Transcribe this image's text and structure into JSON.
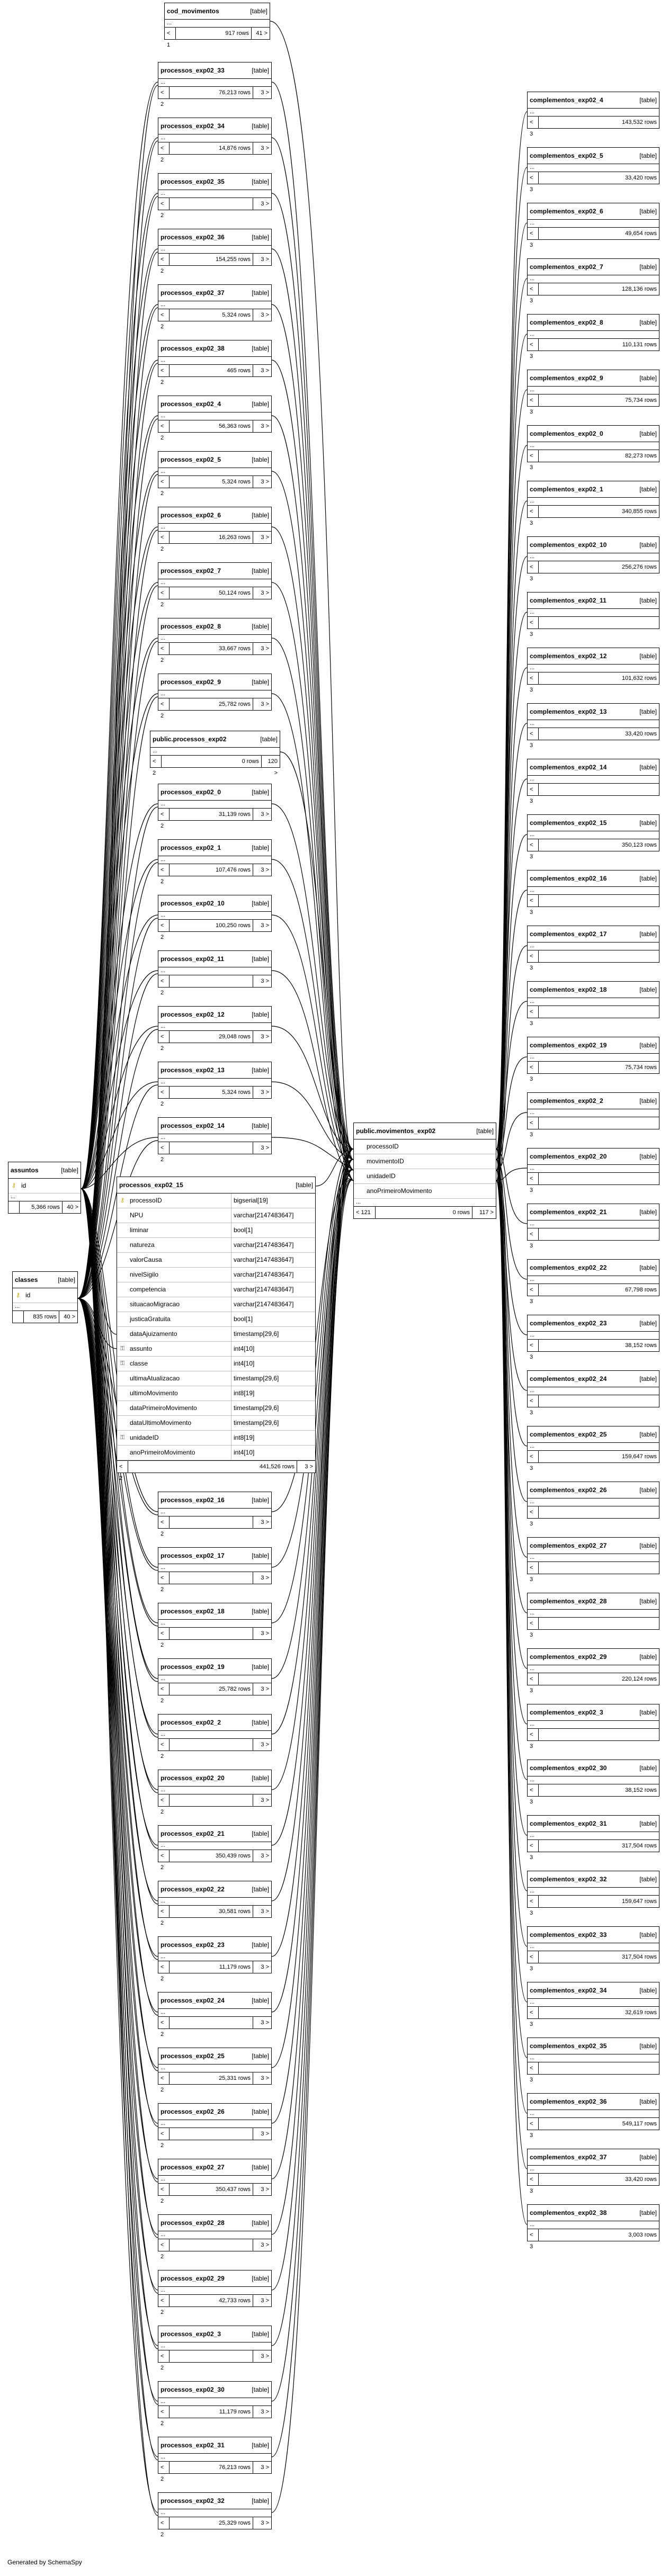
{
  "labels": {
    "kind": "[table]",
    "ellipsis": "...",
    "lt": "< 2",
    "lt1": "< 1",
    "lt3": "< 3",
    "gt3": "3 >",
    "generated": "Generated by SchemaSpy"
  },
  "colors": {
    "line": "#000000",
    "border": "#000000",
    "pk_key": "#c9a400"
  },
  "cod_movimentos": {
    "name": "cod_movimentos",
    "left": "< 1",
    "rows": "917 rows",
    "right": "41 >"
  },
  "assuntos": {
    "name": "assuntos",
    "col": "id",
    "left": "",
    "rows": "5,366 rows",
    "right": "40 >"
  },
  "classes": {
    "name": "classes",
    "col": "id",
    "left": "",
    "rows": "835 rows",
    "right": "40 >"
  },
  "public_processos": {
    "name": "public.processos_exp02",
    "left": "< 2",
    "rows": "0 rows",
    "right": "120 >"
  },
  "movimentos": {
    "name": "public.movimentos_exp02",
    "columns": [
      "processoID",
      "movimentoID",
      "unidadeID",
      "anoPrimeiroMovimento"
    ],
    "left": "< 121",
    "rows": "0 rows",
    "right": "117 >"
  },
  "p15": {
    "name": "processos_exp02_15",
    "columns": [
      [
        "processoID",
        "bigserial[19]"
      ],
      [
        "NPU",
        "varchar[2147483647]"
      ],
      [
        "liminar",
        "bool[1]"
      ],
      [
        "natureza",
        "varchar[2147483647]"
      ],
      [
        "valorCausa",
        "varchar[2147483647]"
      ],
      [
        "nivelSigilo",
        "varchar[2147483647]"
      ],
      [
        "competencia",
        "varchar[2147483647]"
      ],
      [
        "situacaoMigracao",
        "varchar[2147483647]"
      ],
      [
        "justicaGratuita",
        "bool[1]"
      ],
      [
        "dataAjuizamento",
        "timestamp[29,6]"
      ],
      [
        "assunto",
        "int4[10]"
      ],
      [
        "classe",
        "int4[10]"
      ],
      [
        "ultimaAtualizacao",
        "timestamp[29,6]"
      ],
      [
        "ultimoMovimento",
        "int8[19]"
      ],
      [
        "dataPrimeiroMovimento",
        "timestamp[29,6]"
      ],
      [
        "dataUltimoMovimento",
        "timestamp[29,6]"
      ],
      [
        "unidadeID",
        "int8[19]"
      ],
      [
        "anoPrimeiroMovimento",
        "int4[10]"
      ]
    ],
    "left": "< 2",
    "rows": "441,526 rows",
    "right": "3 >"
  },
  "processos": [
    {
      "name": "processos_exp02_33",
      "left": "< 2",
      "rows": "76,213 rows",
      "right": "3 >"
    },
    {
      "name": "processos_exp02_34",
      "left": "< 2",
      "rows": "14,876 rows",
      "right": "3 >"
    },
    {
      "name": "processos_exp02_35",
      "left": "< 2",
      "rows": "",
      "right": "3 >"
    },
    {
      "name": "processos_exp02_36",
      "left": "< 2",
      "rows": "154,255 rows",
      "right": "3 >"
    },
    {
      "name": "processos_exp02_37",
      "left": "< 2",
      "rows": "5,324 rows",
      "right": "3 >"
    },
    {
      "name": "processos_exp02_38",
      "left": "< 2",
      "rows": "465 rows",
      "right": "3 >"
    },
    {
      "name": "processos_exp02_4",
      "left": "< 2",
      "rows": "56,363 rows",
      "right": "3 >"
    },
    {
      "name": "processos_exp02_5",
      "left": "< 2",
      "rows": "5,324 rows",
      "right": "3 >"
    },
    {
      "name": "processos_exp02_6",
      "left": "< 2",
      "rows": "16,263 rows",
      "right": "3 >"
    },
    {
      "name": "processos_exp02_7",
      "left": "< 2",
      "rows": "50,124 rows",
      "right": "3 >"
    },
    {
      "name": "processos_exp02_8",
      "left": "< 2",
      "rows": "33,667 rows",
      "right": "3 >"
    },
    {
      "name": "processos_exp02_9",
      "left": "< 2",
      "rows": "25,782 rows",
      "right": "3 >"
    },
    {
      "name": "processos_exp02_0",
      "left": "< 2",
      "rows": "31,139 rows",
      "right": "3 >"
    },
    {
      "name": "processos_exp02_1",
      "left": "< 2",
      "rows": "107,476 rows",
      "right": "3 >"
    },
    {
      "name": "processos_exp02_10",
      "left": "< 2",
      "rows": "100,250 rows",
      "right": "3 >"
    },
    {
      "name": "processos_exp02_11",
      "left": "< 2",
      "rows": "",
      "right": "3 >"
    },
    {
      "name": "processos_exp02_12",
      "left": "< 2",
      "rows": "29,048 rows",
      "right": "3 >"
    },
    {
      "name": "processos_exp02_13",
      "left": "< 2",
      "rows": "5,324 rows",
      "right": "3 >"
    },
    {
      "name": "processos_exp02_14",
      "left": "< 2",
      "rows": "",
      "right": "3 >"
    },
    {
      "name": "processos_exp02_16",
      "left": "< 2",
      "rows": "",
      "right": "3 >"
    },
    {
      "name": "processos_exp02_17",
      "left": "< 2",
      "rows": "",
      "right": "3 >"
    },
    {
      "name": "processos_exp02_18",
      "left": "< 2",
      "rows": "",
      "right": "3 >"
    },
    {
      "name": "processos_exp02_19",
      "left": "< 2",
      "rows": "25,782 rows",
      "right": "3 >"
    },
    {
      "name": "processos_exp02_2",
      "left": "< 2",
      "rows": "",
      "right": "3 >"
    },
    {
      "name": "processos_exp02_20",
      "left": "< 2",
      "rows": "",
      "right": "3 >"
    },
    {
      "name": "processos_exp02_21",
      "left": "< 2",
      "rows": "350,439 rows",
      "right": "3 >"
    },
    {
      "name": "processos_exp02_22",
      "left": "< 2",
      "rows": "30,581 rows",
      "right": "3 >"
    },
    {
      "name": "processos_exp02_23",
      "left": "< 2",
      "rows": "11,179 rows",
      "right": "3 >"
    },
    {
      "name": "processos_exp02_24",
      "left": "< 2",
      "rows": "",
      "right": "3 >"
    },
    {
      "name": "processos_exp02_25",
      "left": "< 2",
      "rows": "25,331 rows",
      "right": "3 >"
    },
    {
      "name": "processos_exp02_26",
      "left": "< 2",
      "rows": "",
      "right": "3 >"
    },
    {
      "name": "processos_exp02_27",
      "left": "< 2",
      "rows": "350,437 rows",
      "right": "3 >"
    },
    {
      "name": "processos_exp02_28",
      "left": "< 2",
      "rows": "",
      "right": "3 >"
    },
    {
      "name": "processos_exp02_29",
      "left": "< 2",
      "rows": "42,733 rows",
      "right": "3 >"
    },
    {
      "name": "processos_exp02_3",
      "left": "< 2",
      "rows": "",
      "right": "3 >"
    },
    {
      "name": "processos_exp02_30",
      "left": "< 2",
      "rows": "11,179 rows",
      "right": "3 >"
    },
    {
      "name": "processos_exp02_31",
      "left": "< 2",
      "rows": "76,213 rows",
      "right": "3 >"
    },
    {
      "name": "processos_exp02_32",
      "left": "< 2",
      "rows": "25,329 rows",
      "right": "3 >"
    }
  ],
  "complementos": [
    {
      "name": "complementos_exp02_4",
      "left": "< 3",
      "rows": "143,532 rows"
    },
    {
      "name": "complementos_exp02_5",
      "left": "< 3",
      "rows": "33,420 rows"
    },
    {
      "name": "complementos_exp02_6",
      "left": "< 3",
      "rows": "49,654 rows"
    },
    {
      "name": "complementos_exp02_7",
      "left": "< 3",
      "rows": "128,136 rows"
    },
    {
      "name": "complementos_exp02_8",
      "left": "< 3",
      "rows": "110,131 rows"
    },
    {
      "name": "complementos_exp02_9",
      "left": "< 3",
      "rows": "75,734 rows"
    },
    {
      "name": "complementos_exp02_0",
      "left": "< 3",
      "rows": "82,273 rows"
    },
    {
      "name": "complementos_exp02_1",
      "left": "< 3",
      "rows": "340,855 rows"
    },
    {
      "name": "complementos_exp02_10",
      "left": "< 3",
      "rows": "256,276 rows"
    },
    {
      "name": "complementos_exp02_11",
      "left": "< 3",
      "rows": ""
    },
    {
      "name": "complementos_exp02_12",
      "left": "< 3",
      "rows": "101,632 rows"
    },
    {
      "name": "complementos_exp02_13",
      "left": "< 3",
      "rows": "33,420 rows"
    },
    {
      "name": "complementos_exp02_14",
      "left": "< 3",
      "rows": ""
    },
    {
      "name": "complementos_exp02_15",
      "left": "< 3",
      "rows": "350,123 rows"
    },
    {
      "name": "complementos_exp02_16",
      "left": "< 3",
      "rows": ""
    },
    {
      "name": "complementos_exp02_17",
      "left": "< 3",
      "rows": ""
    },
    {
      "name": "complementos_exp02_18",
      "left": "< 3",
      "rows": ""
    },
    {
      "name": "complementos_exp02_19",
      "left": "< 3",
      "rows": "75,734 rows"
    },
    {
      "name": "complementos_exp02_2",
      "left": "< 3",
      "rows": ""
    },
    {
      "name": "complementos_exp02_20",
      "left": "< 3",
      "rows": ""
    },
    {
      "name": "complementos_exp02_21",
      "left": "< 3",
      "rows": ""
    },
    {
      "name": "complementos_exp02_22",
      "left": "< 3",
      "rows": "67,798 rows"
    },
    {
      "name": "complementos_exp02_23",
      "left": "< 3",
      "rows": "38,152 rows"
    },
    {
      "name": "complementos_exp02_24",
      "left": "< 3",
      "rows": ""
    },
    {
      "name": "complementos_exp02_25",
      "left": "< 3",
      "rows": "159,647 rows"
    },
    {
      "name": "complementos_exp02_26",
      "left": "< 3",
      "rows": ""
    },
    {
      "name": "complementos_exp02_27",
      "left": "< 3",
      "rows": ""
    },
    {
      "name": "complementos_exp02_28",
      "left": "< 3",
      "rows": ""
    },
    {
      "name": "complementos_exp02_29",
      "left": "< 3",
      "rows": "220,124 rows"
    },
    {
      "name": "complementos_exp02_3",
      "left": "< 3",
      "rows": ""
    },
    {
      "name": "complementos_exp02_30",
      "left": "< 3",
      "rows": "38,152 rows"
    },
    {
      "name": "complementos_exp02_31",
      "left": "< 3",
      "rows": "317,504 rows"
    },
    {
      "name": "complementos_exp02_32",
      "left": "< 3",
      "rows": "159,647 rows"
    },
    {
      "name": "complementos_exp02_33",
      "left": "< 3",
      "rows": "317,504 rows"
    },
    {
      "name": "complementos_exp02_34",
      "left": "< 3",
      "rows": "32,619 rows"
    },
    {
      "name": "complementos_exp02_35",
      "left": "< 3",
      "rows": ""
    },
    {
      "name": "complementos_exp02_36",
      "left": "< 3",
      "rows": "549,117 rows"
    },
    {
      "name": "complementos_exp02_37",
      "left": "< 3",
      "rows": "33,420 rows"
    },
    {
      "name": "complementos_exp02_38",
      "left": "< 3",
      "rows": "3,003 rows"
    }
  ]
}
